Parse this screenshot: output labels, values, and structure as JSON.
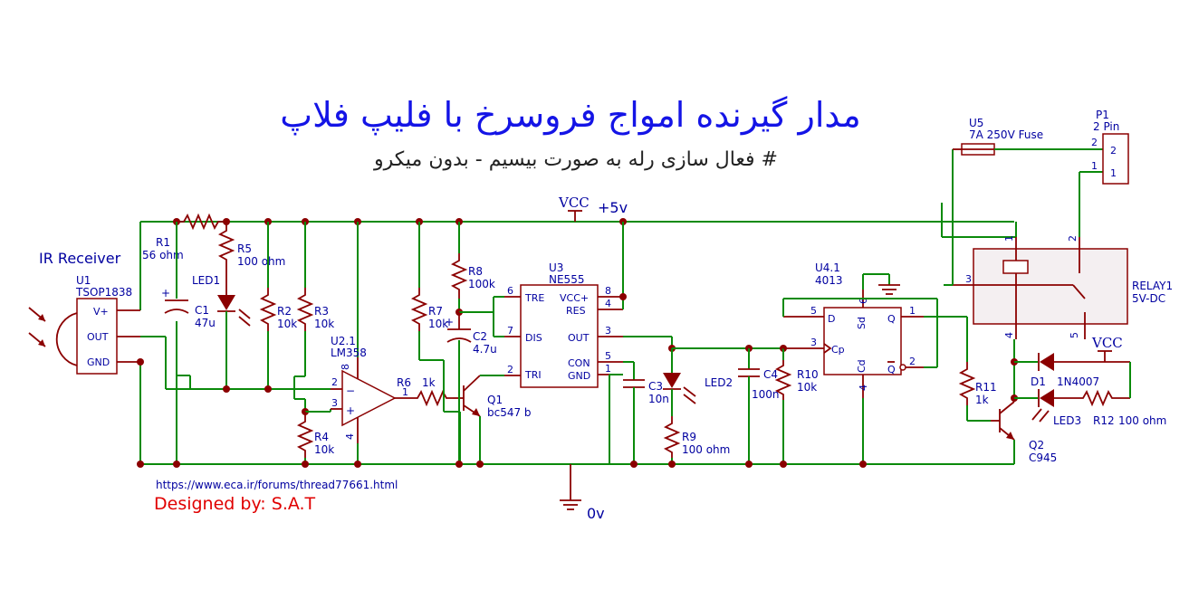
{
  "title": "مدار گیرنده امواج فروسرخ با فلیپ فلاپ",
  "subtitle": "# فعال سازی رله به صورت بیسیم - بدون میکرو",
  "link": "https://www.eca.ir/forums/thread77661.html",
  "designed_by": "Designed by: S.A.T",
  "colors": {
    "wire": "#0a8a0a",
    "component": "#8b0000",
    "label": "#0000a0",
    "title": "#1414e6",
    "designed": "#e00000"
  },
  "rails": {
    "vcc_top": "VCC",
    "plus5v": "+5v",
    "ground": "0v",
    "vcc_right": "VCC"
  },
  "ir_receiver": {
    "heading": "IR Receiver",
    "ref": "U1",
    "part": "TSOP1838",
    "pins": [
      "V+",
      "OUT",
      "GND"
    ]
  },
  "components": {
    "r1": {
      "ref": "R1",
      "value": "56 ohm"
    },
    "r5": {
      "ref": "R5",
      "value": "100 ohm"
    },
    "led1": {
      "ref": "LED1"
    },
    "c1": {
      "ref": "C1",
      "value": "47u"
    },
    "r2": {
      "ref": "R2",
      "value": "10k"
    },
    "r3": {
      "ref": "R3",
      "value": "10k"
    },
    "r4": {
      "ref": "R4",
      "value": "10k"
    },
    "u2": {
      "ref": "U2.1",
      "part": "LM358",
      "pins": [
        "8",
        "2",
        "3",
        "1",
        "4"
      ]
    },
    "r6": {
      "ref": "R6",
      "value": "1k"
    },
    "q1": {
      "ref": "Q1",
      "part": "bc547 b"
    },
    "r7": {
      "ref": "R7",
      "value": "10k"
    },
    "r8": {
      "ref": "R8",
      "value": "100k"
    },
    "c2": {
      "ref": "C2",
      "value": "4.7u"
    },
    "u3": {
      "ref": "U3",
      "part": "NE555",
      "left_pins": [
        {
          "num": "6",
          "name": "TRE"
        },
        {
          "num": "7",
          "name": "DIS"
        },
        {
          "num": "2",
          "name": "TRI"
        }
      ],
      "right_pins": [
        {
          "num": "8",
          "name": "VCC+"
        },
        {
          "num": "4",
          "name": "RES"
        },
        {
          "num": "3",
          "name": "OUT"
        },
        {
          "num": "5",
          "name": "CON"
        },
        {
          "num": "1",
          "name": "GND"
        }
      ]
    },
    "c3": {
      "ref": "C3",
      "value": "10n"
    },
    "led2": {
      "ref": "LED2"
    },
    "r9": {
      "ref": "R9",
      "value": "100 ohm"
    },
    "c4": {
      "ref": "C4",
      "value": "100n"
    },
    "r10": {
      "ref": "R10",
      "value": "10k"
    },
    "u4": {
      "ref": "U4.1",
      "part": "4013",
      "pins": [
        {
          "num": "5",
          "name": "D"
        },
        {
          "num": "3",
          "name": "Cp"
        },
        {
          "num": "6",
          "name": "Sd"
        },
        {
          "num": "4",
          "name": "Cd"
        },
        {
          "num": "1",
          "name": "Q"
        },
        {
          "num": "2",
          "name": "Q"
        }
      ]
    },
    "r11": {
      "ref": "R11",
      "value": "1k"
    },
    "q2": {
      "ref": "Q2",
      "part": "C945"
    },
    "d1": {
      "ref": "D1",
      "part": "1N4007"
    },
    "led3": {
      "ref": "LED3"
    },
    "r12": {
      "ref": "R12",
      "value": "100 ohm"
    },
    "relay": {
      "ref": "RELAY1",
      "part": "5V-DC",
      "pins": [
        "1",
        "2",
        "3",
        "4",
        "5"
      ]
    },
    "fuse": {
      "ref": "U5",
      "value": "7A 250V Fuse"
    },
    "p1": {
      "ref": "P1",
      "part": "2 Pin",
      "pins": [
        "2",
        "1"
      ]
    }
  }
}
